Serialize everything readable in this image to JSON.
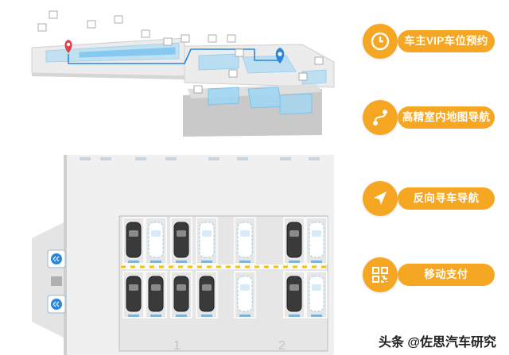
{
  "colors": {
    "accent": "#f5a623",
    "highlight": "#6cc0f0",
    "floor": "#ececec",
    "pin_red": "#e0404a",
    "pin_blue": "#2b85d8"
  },
  "features": [
    {
      "icon": "clock-icon",
      "label": "车主VIP车位预约"
    },
    {
      "icon": "route-icon",
      "label": "高精室内地图导航"
    },
    {
      "icon": "navigation-arrow-icon",
      "label": "反向寻车导航"
    },
    {
      "icon": "qr-pay-icon",
      "label": "移动支付"
    }
  ],
  "parking": {
    "zone_marks": [
      "1",
      "2"
    ],
    "top_row_cars": [
      "parked",
      "empty",
      "parked",
      "empty",
      "empty",
      "parked",
      "empty"
    ],
    "bottom_row_cars": [
      "parked",
      "parked",
      "parked",
      "parked",
      "empty",
      "parked",
      "empty"
    ]
  },
  "watermark": "头条 @佐思汽车研究"
}
